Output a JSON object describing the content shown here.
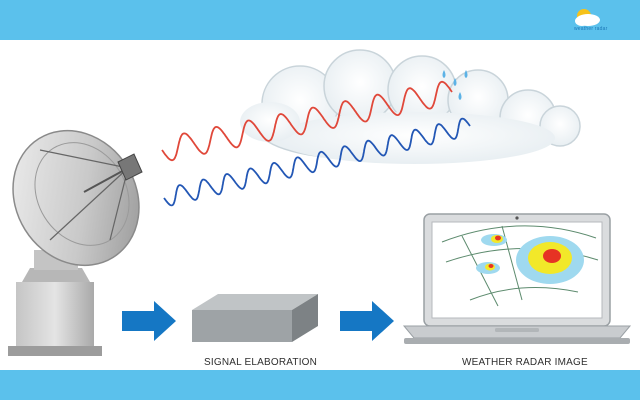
{
  "logo": {
    "text": "weather radar"
  },
  "captions": {
    "signal": "SIGNAL ELABORATION",
    "radar_image": "WEATHER RADAR IMAGE"
  },
  "colors": {
    "band": "#5bc1ec",
    "arrow": "#1577c4",
    "wave_out": "#e0483a",
    "wave_return": "#2357b5",
    "box": "#9ea3a6"
  }
}
